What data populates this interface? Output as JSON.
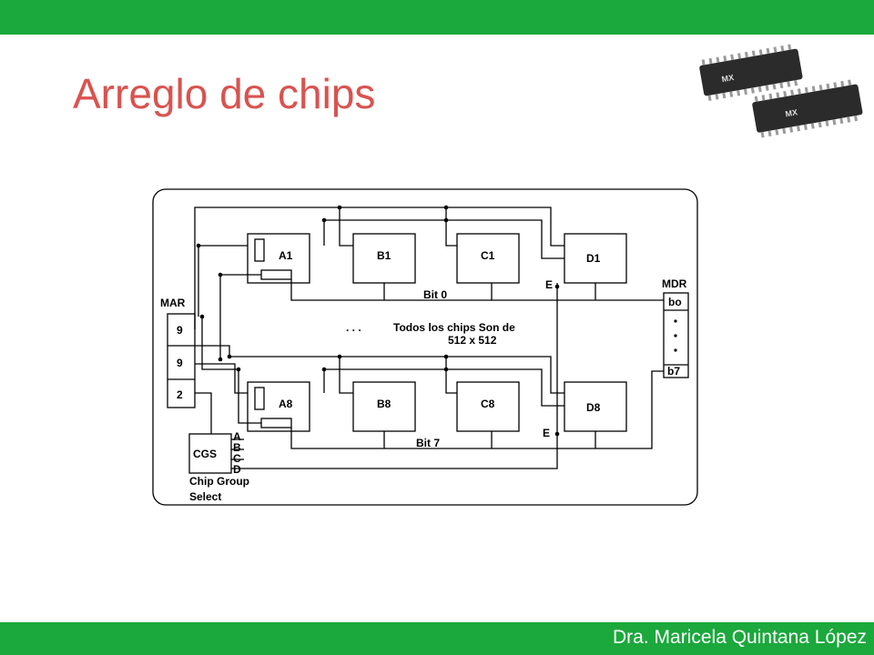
{
  "slide": {
    "title": "Arreglo de chips",
    "footer": "Dra. Maricela Quintana López"
  },
  "colors": {
    "bar": "#1ba83c",
    "title": "#d9534f"
  },
  "chips_photo": {
    "chip_text_1": "MX",
    "chip_text_2": "MX"
  },
  "diagram": {
    "mar_label": "MAR",
    "mar_fields": [
      "9",
      "9",
      "2"
    ],
    "mdr_label": "MDR",
    "mdr_top": "bo",
    "mdr_bottom": "b7",
    "chips_top": [
      "A1",
      "B1",
      "C1",
      "D1"
    ],
    "chips_bottom": [
      "A8",
      "B8",
      "C8",
      "D8"
    ],
    "bit0_label": "Bit 0",
    "bit7_label": "Bit 7",
    "enable_label": "E",
    "ellipsis": ". . .",
    "note_line1": "Todos los chips Son de",
    "note_line2": "512 x 512",
    "cgs_label": "CGS",
    "cgs_outputs": [
      "A",
      "B",
      "C",
      "D"
    ],
    "cgs_caption_1": "Chip Group",
    "cgs_caption_2": "Select"
  }
}
